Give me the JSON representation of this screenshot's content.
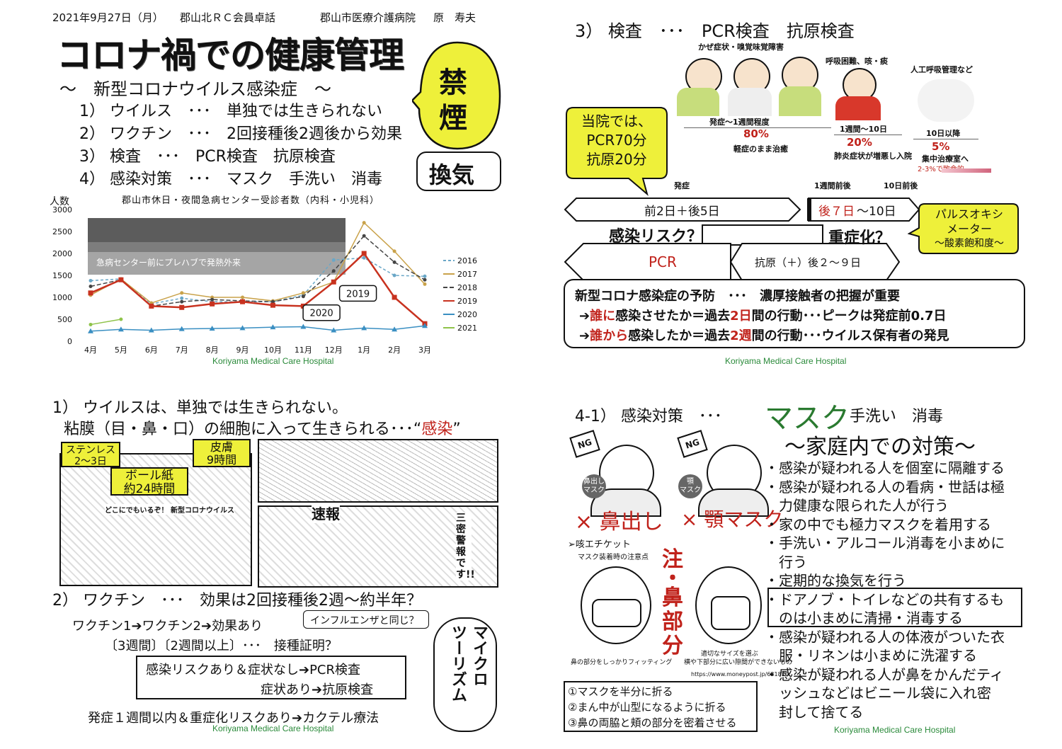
{
  "header": {
    "date": "2021年9月27日（月）",
    "event": "郡山北ＲＣ会員卓話",
    "hospital": "郡山市医療介護病院",
    "presenter": "原　寿夫"
  },
  "slide1": {
    "title": "コロナ禍での健康管理",
    "subtitle": "～　新型コロナウイルス感染症　～",
    "items": [
      "1）  ウイルス　･･･　単独では生きられない",
      "2）  ワクチン　･･･　2回接種後2週後から効果",
      "3）  検査　･･･　PCR検査　抗原検査",
      "4）  感染対策　･･･　マスク　手洗い　消毒"
    ],
    "bubble_line1": "禁",
    "bubble_line2": "煙",
    "ventilation": "換気",
    "photo_caption": "急病センター前にプレハブで発熱外来",
    "footer": "Koriyama Medical Care Hospital"
  },
  "chart_data": {
    "type": "line",
    "title": "郡山市休日・夜間急病センター受診者数（内科・小児科）",
    "ylabel": "人数",
    "ylim": [
      0,
      3000
    ],
    "yticks": [
      "3000",
      "2500",
      "2000",
      "1500",
      "1000",
      "500",
      "0"
    ],
    "categories": [
      "4月",
      "5月",
      "6月",
      "7月",
      "8月",
      "9月",
      "10月",
      "11月",
      "12月",
      "1月",
      "2月",
      "3月"
    ],
    "legend_position": "right",
    "series": [
      {
        "name": "2016",
        "color": "#6aa7c7",
        "dash": "4,3",
        "values": [
          1380,
          1420,
          850,
          980,
          900,
          900,
          900,
          1050,
          1850,
          1900,
          1500,
          1480
        ]
      },
      {
        "name": "2017",
        "color": "#c9a24a",
        "dash": "none",
        "values": [
          1050,
          1420,
          870,
          1100,
          1000,
          1000,
          920,
          1100,
          1350,
          2700,
          2050,
          1300
        ]
      },
      {
        "name": "2018",
        "color": "#444444",
        "dash": "6,3",
        "values": [
          1250,
          1400,
          800,
          900,
          950,
          920,
          900,
          1020,
          1600,
          2400,
          1800,
          1400
        ]
      },
      {
        "name": "2019",
        "color": "#c8321f",
        "dash": "none",
        "values": [
          1100,
          1400,
          800,
          770,
          850,
          900,
          820,
          800,
          1350,
          2000,
          1000,
          400
        ]
      },
      {
        "name": "2020",
        "color": "#3a8fc2",
        "dash": "none",
        "values": [
          230,
          270,
          250,
          280,
          290,
          300,
          320,
          330,
          250,
          300,
          270,
          350
        ]
      },
      {
        "name": "2021",
        "color": "#8fc34a",
        "dash": "none",
        "values": [
          380,
          500,
          null,
          null,
          null,
          null,
          null,
          null,
          null,
          null,
          null,
          null
        ]
      }
    ],
    "annotations": [
      "2019",
      "2020"
    ]
  },
  "slide2": {
    "title": "3）  検査　･･･　PCR検査　抗原検査",
    "hosp_bubble_lines": [
      "当院では、",
      "PCR70分",
      "抗原20分"
    ],
    "stage_labels": [
      "かぜ症状・嗅覚味覚障害",
      "呼吸困難、咳・痰",
      "人工呼吸管理など"
    ],
    "stage_timeline": [
      "発症～1週間程度",
      "1週間～10日",
      "10日以降"
    ],
    "stage_pct": [
      "80%",
      "20%",
      "5%"
    ],
    "stage_desc": [
      "軽症のまま治癒",
      "肺炎症状が増悪し入院",
      "集中治療室へ"
    ],
    "fatal": "2-3%で致命的",
    "timeline_labels": [
      "発症",
      "1週間前後",
      "10日前後"
    ],
    "arrow1": "前2日＋後5日",
    "arrow2_red": "後７日",
    "arrow2_rest": "～10日",
    "risk_infect": "感染リスク？",
    "risk_severe": "重症化？",
    "pulse_lines": [
      "パルスオキシ",
      "メーター",
      "～酸素飽和度～"
    ],
    "pcr": "PCR",
    "antigen": "抗原（＋）後２～９日",
    "prevent_title": "新型コロナ感染症の予防　･･･　濃厚接触者の把握が重要",
    "prevent_line1_a": "➔",
    "prevent_line1_red": "誰に",
    "prevent_line1_b": "感染させたか＝過去",
    "prevent_line1_red2": "2日",
    "prevent_line1_c": "間の行動･･･ピークは発症前0.7日",
    "prevent_line2_a": "➔",
    "prevent_line2_red": "誰から",
    "prevent_line2_b": "感染したか＝過去",
    "prevent_line2_red2": "2週",
    "prevent_line2_c": "間の行動･･･ウイルス保有者の発見",
    "footer": "Koriyama Medical Care Hospital"
  },
  "slide3": {
    "line1": "1）  ウイルスは、単独では生きられない。",
    "line2a": "粘膜（目・鼻・口）の細胞に入って生きられる･･･“",
    "line2red": "感染",
    "line2b": "”",
    "tag_steel": [
      "ステンレス",
      "2～3日"
    ],
    "tag_cardboard": [
      "ボール紙",
      "約24時間"
    ],
    "tag_skin": [
      "皮膚",
      "9時間"
    ],
    "manga_header": "どこにでもいるぞ！ 新型コロナウイルス",
    "manga_sokuhou": "速報",
    "manga_sanmitsu": "三密警報です!!",
    "vaccine_title": "2）  ワクチン　･･･　効果は2回接種後2週～約半年？",
    "vaccine_flow": "ワクチン1➔ワクチン2➔効果あり",
    "influenza": "インフルエンザと同じ？",
    "vaccine_weeks": "〔3週間〕〔2週間以上〕･･･　接種証明？",
    "box_line1": "感染リスクあり＆症状なし➔PCR検査",
    "box_line2": "症状あり➔抗原検査",
    "cocktail": "発症１週間以内＆重症化リスクあり➔カクテル療法",
    "micro_col1": "マイクロ",
    "micro_col2": "ツーリズム",
    "footer": "Koriyama Medical Care Hospital"
  },
  "slide4": {
    "title_a": "4-1）  感染対策　･･･",
    "title_mask": "マスク",
    "title_b": "手洗い　消毒",
    "subtitle": "～家庭内での対策～",
    "ng": "NG",
    "nose_label": [
      "鼻出し",
      "マスク"
    ],
    "chin_label": [
      "顎",
      "マスク"
    ],
    "x_nose": "× 鼻出し",
    "x_chin": "× 顎マスク",
    "etiquette": "➢咳エチケット",
    "etiquette_sub": "マスク装着時の注意点",
    "attn": [
      "注",
      "・",
      "鼻",
      "部",
      "分"
    ],
    "caption_left": "鼻の部分をしっかりフィッティング",
    "caption_right1": "適切なサイズを選ぶ",
    "caption_right2": "横や下部分に広い隙間ができないもの",
    "url": "https://www.moneypost.jp/631820",
    "steps": [
      "①マスクを半分に折る",
      "②まん中が山型になるように折る",
      "③鼻の両脇と頬の部分を密着させる"
    ],
    "bullets": [
      "・感染が疑われる人を個室に隔離する",
      "・感染が疑われる人の看病・世話は極",
      "　力健康な限られた人が行う",
      "・家の中でも極力マスクを着用する",
      "・手洗い・アルコール消毒を小まめに",
      "　行う",
      "・定期的な換気を行う",
      "・ドアノブ・トイレなどの共有するも",
      "　のは小まめに清掃・消毒する",
      "・感染が疑われる人の体液がついた衣",
      "　服・リネンは小まめに洗濯する",
      "・感染が疑われる人が鼻をかんだティ",
      "　ッシュなどはビニール袋に入れ密",
      "　封して捨てる"
    ],
    "footer": "Koriyama Medical Care Hospital"
  }
}
